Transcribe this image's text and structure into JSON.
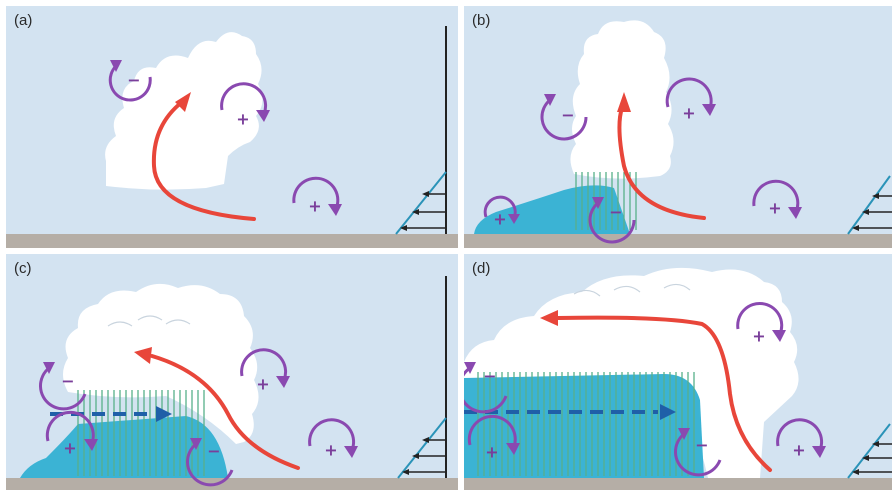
{
  "panels": [
    {
      "label": "(a)"
    },
    {
      "label": "(b)"
    },
    {
      "label": "(c)"
    },
    {
      "label": "(d)"
    }
  ],
  "vorticity_signs": {
    "positive": "+",
    "negative": "−"
  },
  "colors": {
    "sky": "#d3e3f1",
    "ground": "#b5aea6",
    "cloud": "#ffffff",
    "cold_pool": "#3bb3d4",
    "rain": "#58b08a",
    "updraft_arrow": "#e8463a",
    "vorticity": "#8a49b0",
    "cold_pool_flow_arrow": "#1f5fa8",
    "wind_profile": "#2a93b8"
  }
}
